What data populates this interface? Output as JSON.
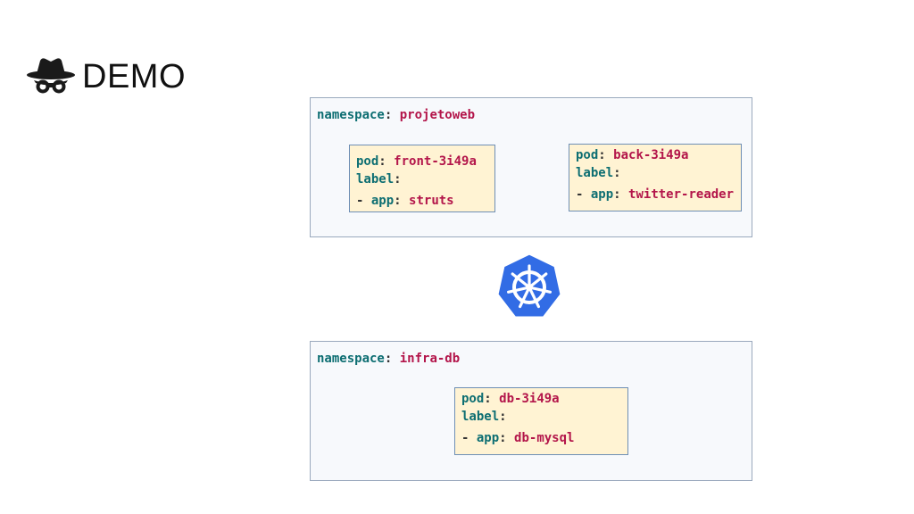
{
  "title": "DEMO",
  "icons": {
    "title_icon": "spy-incognito-icon",
    "center_logo": "kubernetes-helm-wheel-icon"
  },
  "colors": {
    "namespace_bg": "#f7f9fc",
    "namespace_border": "#9aa9bd",
    "pod_bg": "#fff3d3",
    "pod_border": "#6e8fb5",
    "key_color": "#0d6e72",
    "value_color": "#b3154a",
    "k8s_blue": "#326ce5"
  },
  "namespaces": [
    {
      "key": "namespace",
      "value": "projetoweb",
      "pods": [
        {
          "pod_key": "pod",
          "pod_value": "front-3i49a",
          "label_key": "label",
          "app_prefix": "- ",
          "app_key": "app",
          "app_value": "struts"
        },
        {
          "pod_key": "pod",
          "pod_value": "back-3i49a",
          "label_key": "label",
          "app_prefix": "- ",
          "app_key": "app",
          "app_value": "twitter-reader"
        }
      ]
    },
    {
      "key": "namespace",
      "value": "infra-db",
      "pods": [
        {
          "pod_key": "pod",
          "pod_value": "db-3i49a",
          "label_key": "label",
          "app_prefix": "- ",
          "app_key": "app",
          "app_value": "db-mysql"
        }
      ]
    }
  ],
  "punctuation": {
    "colon": ":"
  }
}
